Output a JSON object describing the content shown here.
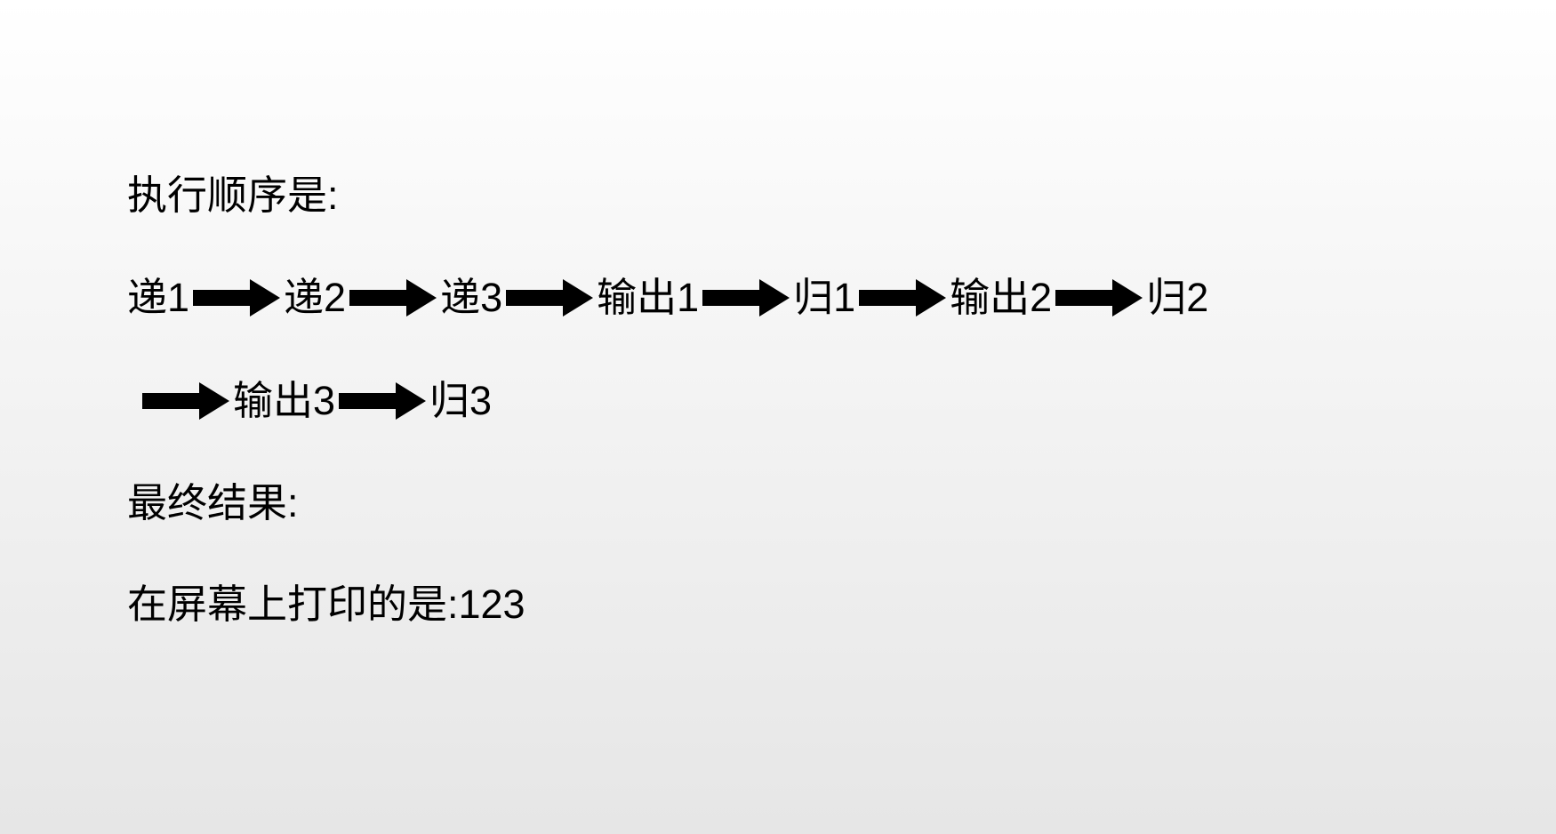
{
  "heading_order": "执行顺序是:",
  "sequence_row_1": [
    "递1",
    "递2",
    "递3",
    "输出1",
    "归1",
    "输出2",
    "归2"
  ],
  "sequence_row_2": [
    "输出3",
    "归3"
  ],
  "heading_result": "最终结果:",
  "result_text": "在屏幕上打印的是:123",
  "arrow_icon": "right-arrow-icon",
  "colors": {
    "text": "#000000",
    "arrow": "#000000"
  }
}
